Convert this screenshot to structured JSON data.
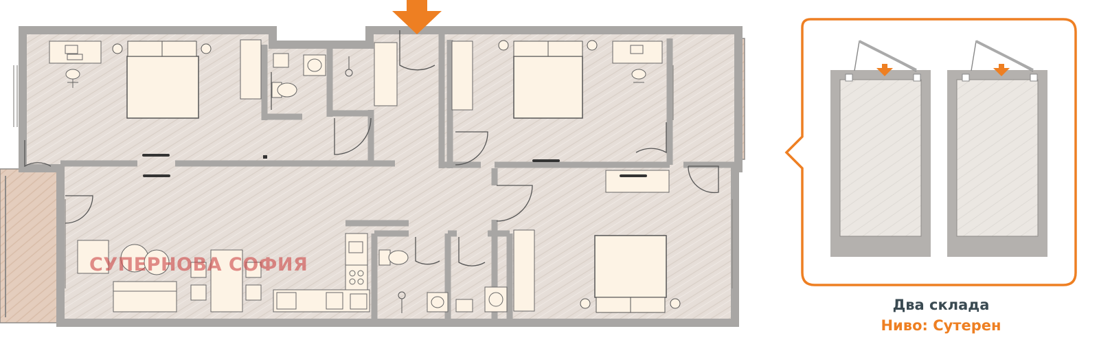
{
  "watermark": "СУПЕРНОВА СОФИЯ",
  "storage_callout": {
    "title": "Два склада",
    "level": "Ниво: Сутерен"
  },
  "colors": {
    "accent": "#ee7f22",
    "wall": "#a8a6a4",
    "floor": "#e6ded8",
    "furniture": "#fdf3e5",
    "balcony": "#e4cdbd",
    "caption_dark": "#3a4a52"
  },
  "icons": [
    "entrance-arrow-icon",
    "storage-entrance-arrow-icon"
  ]
}
